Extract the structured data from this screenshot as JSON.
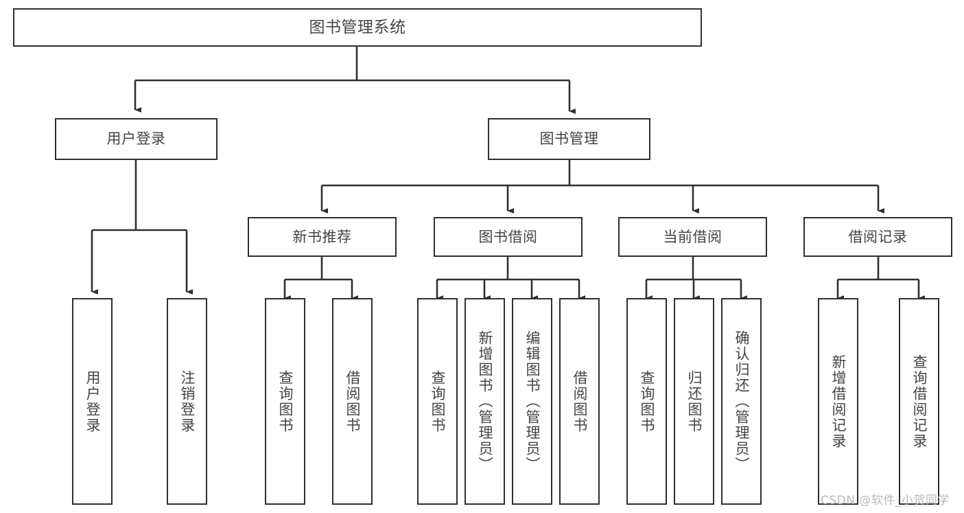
{
  "diagram": {
    "title": "图书管理系统",
    "type": "功能结构图",
    "stroke_color": "#2f2f2f",
    "text_color": "#444444",
    "background": "#ffffff",
    "watermark": "CSDN @软件_小贺同学"
  },
  "nodes": {
    "root": {
      "label": "图书管理系统"
    },
    "level1": [
      {
        "id": "user-login",
        "label": "用户登录"
      },
      {
        "id": "book-management",
        "label": "图书管理"
      }
    ],
    "level2": [
      {
        "id": "new-book-recommend",
        "label": "新书推荐"
      },
      {
        "id": "book-borrow",
        "label": "图书借阅"
      },
      {
        "id": "current-borrow",
        "label": "当前借阅"
      },
      {
        "id": "borrow-record",
        "label": "借阅记录"
      }
    ],
    "leaves": {
      "user_login": [
        {
          "id": "leaf-user-login",
          "label": "用户登录"
        },
        {
          "id": "leaf-logout-login",
          "label": "注销登录"
        }
      ],
      "new_book_recommend": [
        {
          "id": "leaf-query-book-1",
          "label": "查询图书"
        },
        {
          "id": "leaf-borrow-book-1",
          "label": "借阅图书"
        }
      ],
      "book_borrow": [
        {
          "id": "leaf-query-book-2",
          "label": "查询图书"
        },
        {
          "id": "leaf-add-book",
          "label": "新增图书（管理员）"
        },
        {
          "id": "leaf-edit-book",
          "label": "编辑图书（管理员）"
        },
        {
          "id": "leaf-borrow-book-2",
          "label": "借阅图书"
        }
      ],
      "current_borrow": [
        {
          "id": "leaf-query-book-3",
          "label": "查询图书"
        },
        {
          "id": "leaf-return-book",
          "label": "归还图书"
        },
        {
          "id": "leaf-confirm-return",
          "label": "确认归还（管理员）"
        }
      ],
      "borrow_record": [
        {
          "id": "leaf-add-record",
          "label": "新增借阅记录"
        },
        {
          "id": "leaf-query-record",
          "label": "查询借阅记录"
        }
      ]
    }
  },
  "chart_data": {
    "type": "tree-diagram",
    "title": "图书管理系统",
    "root": "图书管理系统",
    "hierarchy": [
      {
        "name": "用户登录",
        "children": [
          "用户登录",
          "注销登录"
        ]
      },
      {
        "name": "图书管理",
        "children": [
          {
            "name": "新书推荐",
            "children": [
              "查询图书",
              "借阅图书"
            ]
          },
          {
            "name": "图书借阅",
            "children": [
              "查询图书",
              "新增图书（管理员）",
              "编辑图书（管理员）",
              "借阅图书"
            ]
          },
          {
            "name": "当前借阅",
            "children": [
              "查询图书",
              "归还图书",
              "确认归还（管理员）"
            ]
          },
          {
            "name": "借阅记录",
            "children": [
              "新增借阅记录",
              "查询借阅记录"
            ]
          }
        ]
      }
    ]
  }
}
